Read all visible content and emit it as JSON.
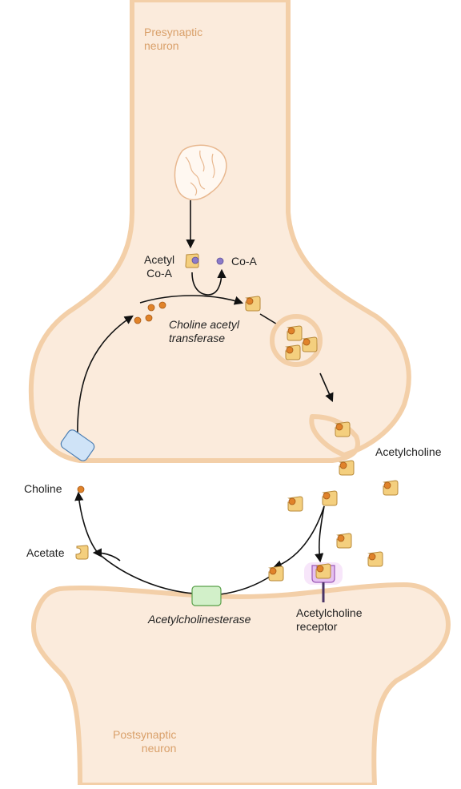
{
  "labels": {
    "presynaptic": [
      "Presynaptic",
      "neuron"
    ],
    "postsynaptic": [
      "Postsynaptic",
      "neuron"
    ],
    "acetyl_coa": [
      "Acetyl",
      "Co-A"
    ],
    "coa": "Co-A",
    "enzyme_chat": [
      "Choline acetyl",
      "transferase"
    ],
    "acetylcholine": "Acetylcholine",
    "choline": "Choline",
    "acetate": "Acetate",
    "enzyme_ache": "Acetylcholinesterase",
    "receptor": [
      "Acetylcholine",
      "receptor"
    ]
  },
  "colors": {
    "neuron_fill": "#fbebdc",
    "neuron_outline": "#f3cfa8",
    "neuron_label": "#d9a06a",
    "acetyl_fill": "#f4cf7e",
    "choline_dot": "#e0832a",
    "coa_dot": "#8b7bc9",
    "transporter": "#cfe3f7",
    "esterase": "#d2f0c9",
    "receptor": "#c58bd8"
  }
}
